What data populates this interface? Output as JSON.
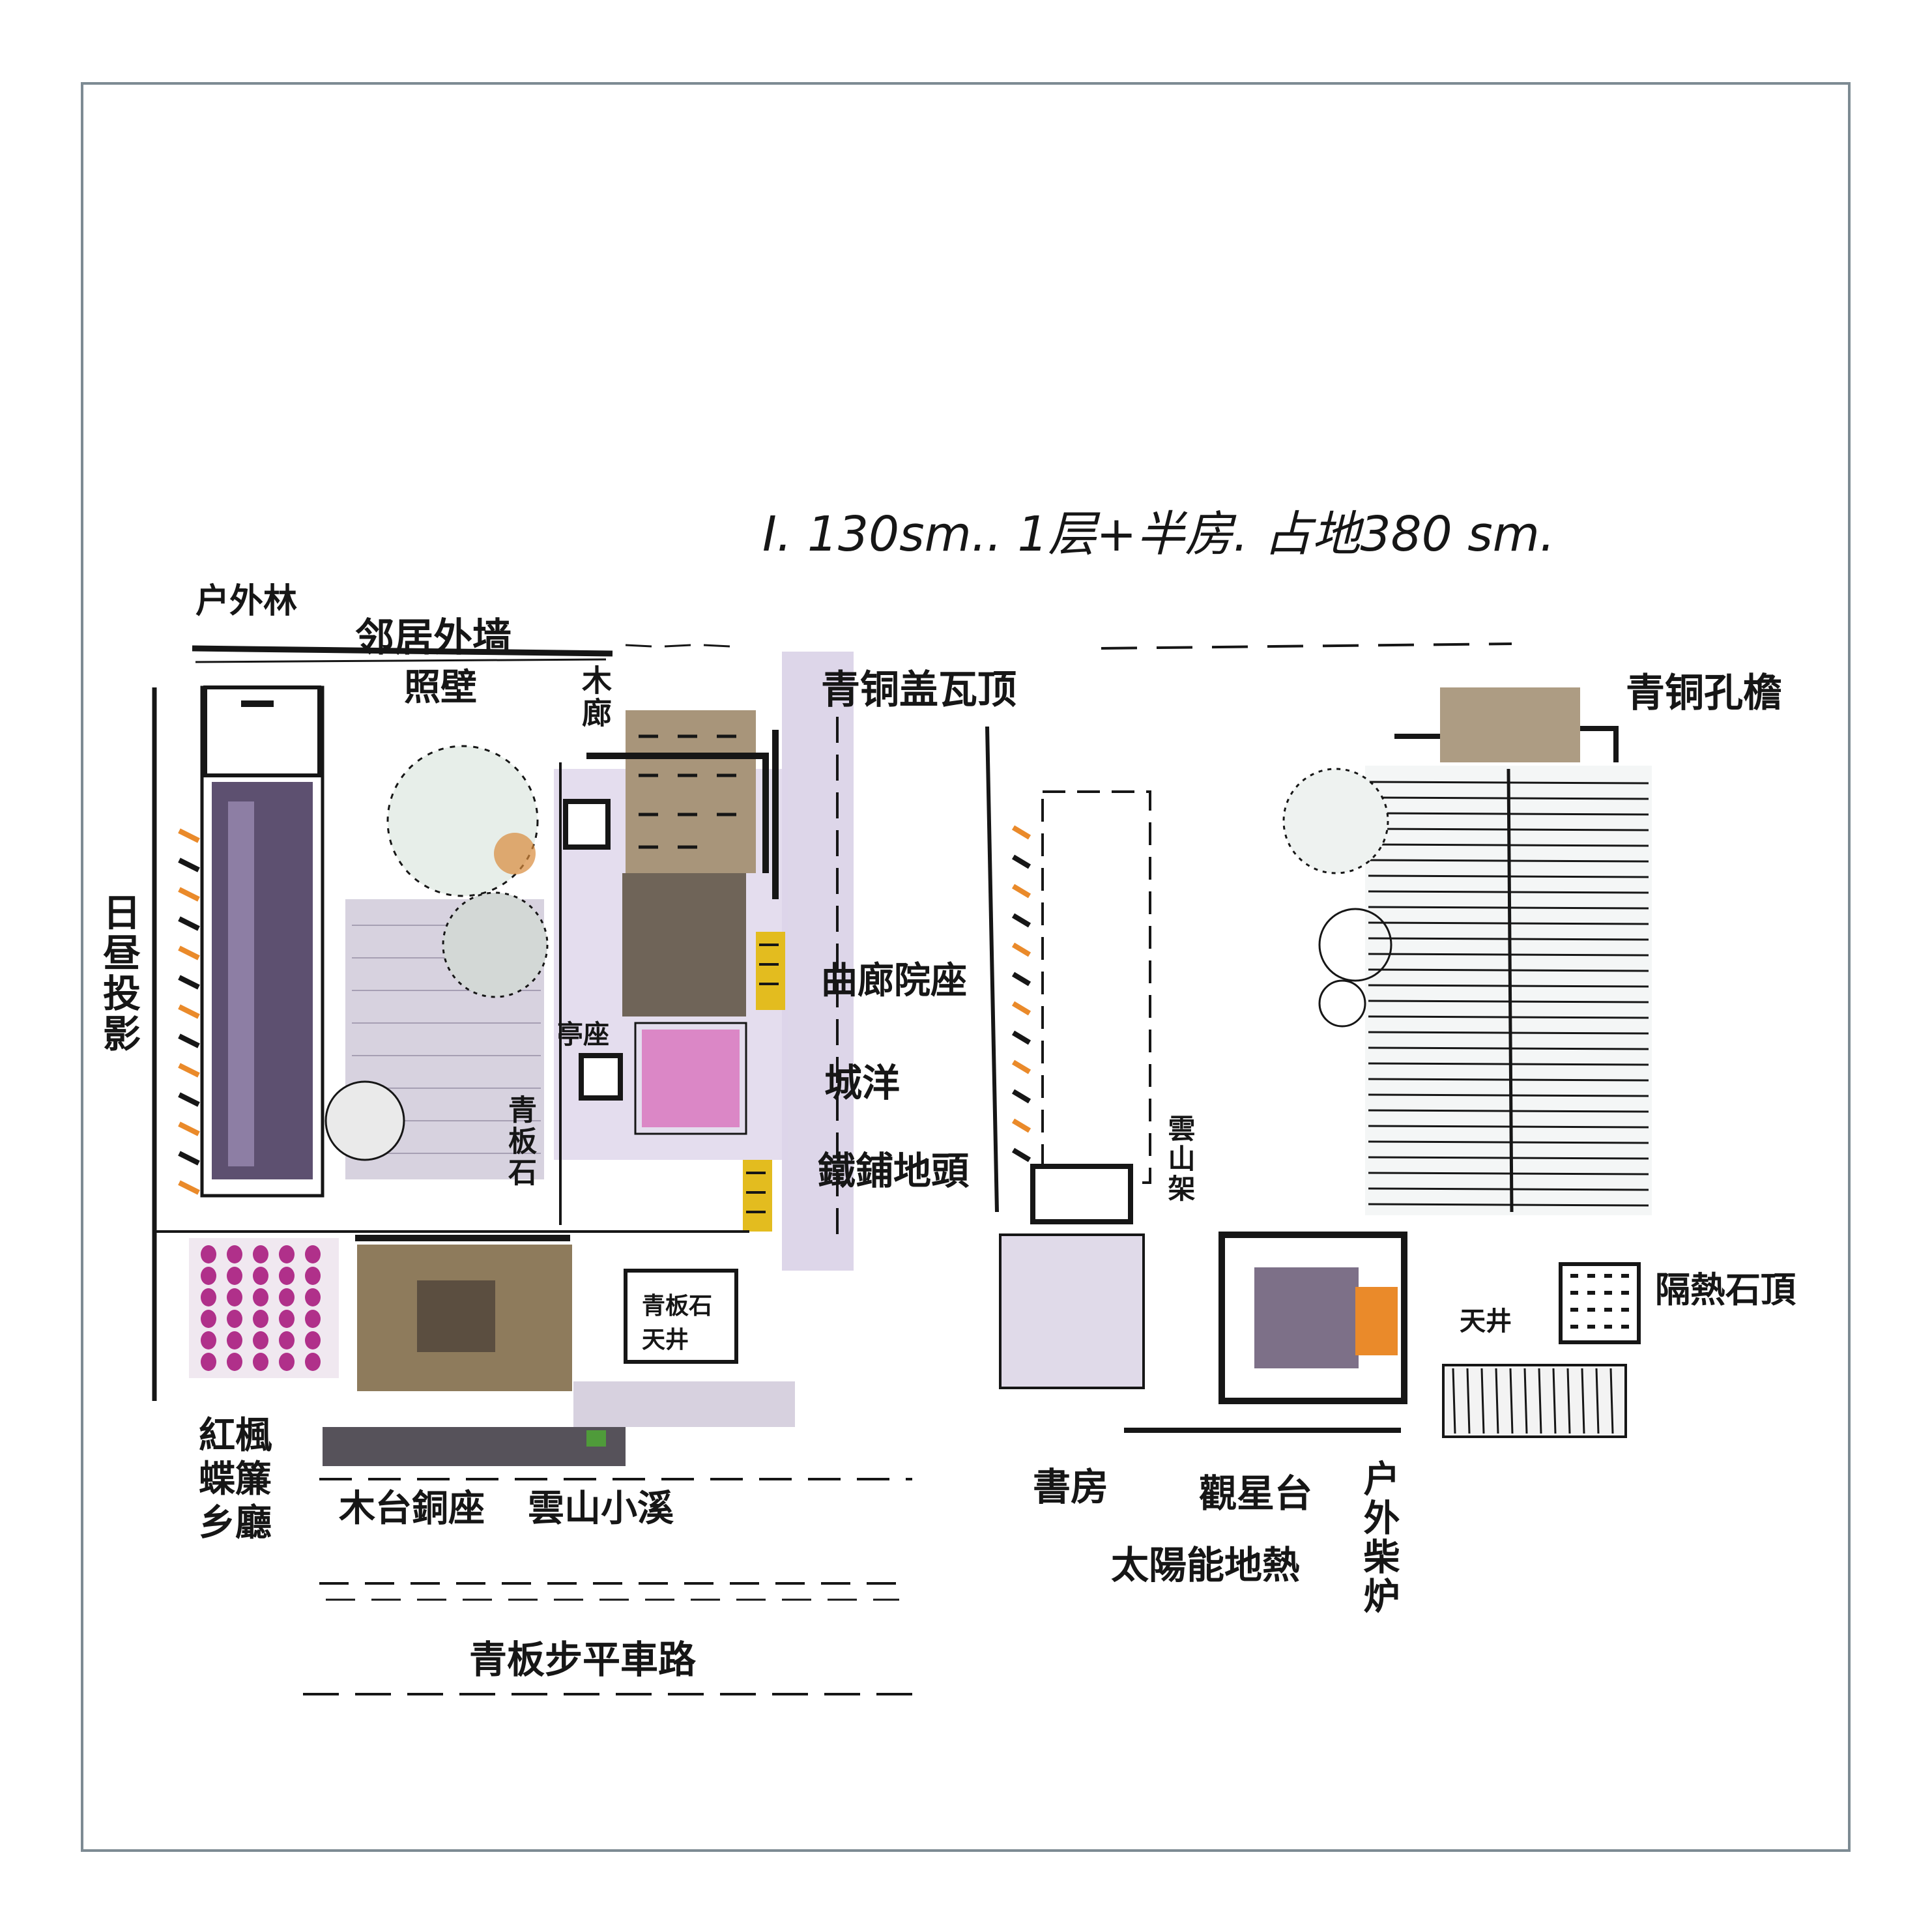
{
  "title": "I. 130sm.. 1层+半房. 占地380 sm.",
  "left_plan": {
    "labels": {
      "outdoor_forest": "户外林",
      "neighbor_wall": "邻居外墙",
      "screen_wall": "照壁",
      "wood_corridor": "木廊",
      "bronze_roof": "青铜盖瓦顶",
      "sun_shadow": "日昼投影",
      "courtyard_seat": "曲廊院座",
      "side_1": "城洋",
      "side_2": "鐵鋪地頭",
      "pavilion": "亭座",
      "bluestone": "青板石",
      "patio": "青板石天井",
      "hall": "紅楓蝶簾乡廳",
      "bench": "木台銅座",
      "stream": "雲山小溪",
      "road": "青板步平車路"
    }
  },
  "right_plan": {
    "labels": {
      "bronze_eaves": "青铜孔檐",
      "cloud_shelf": "雲山架",
      "stone_roof": "隔熱石頂",
      "skylight": "天井",
      "study": "書房",
      "star_deck": "觀星台",
      "solar": "太陽能地熱",
      "firepit": "户外柴炉"
    }
  },
  "colors": {
    "ink": "#161616",
    "frame": "#7d8b93",
    "purple": "#7c6a93",
    "lilac": "#cfc4e0",
    "pink": "#d86ab8",
    "ochre": "#9c8a6e",
    "orange": "#ea8a2a",
    "yellow": "#e3bc1f"
  }
}
